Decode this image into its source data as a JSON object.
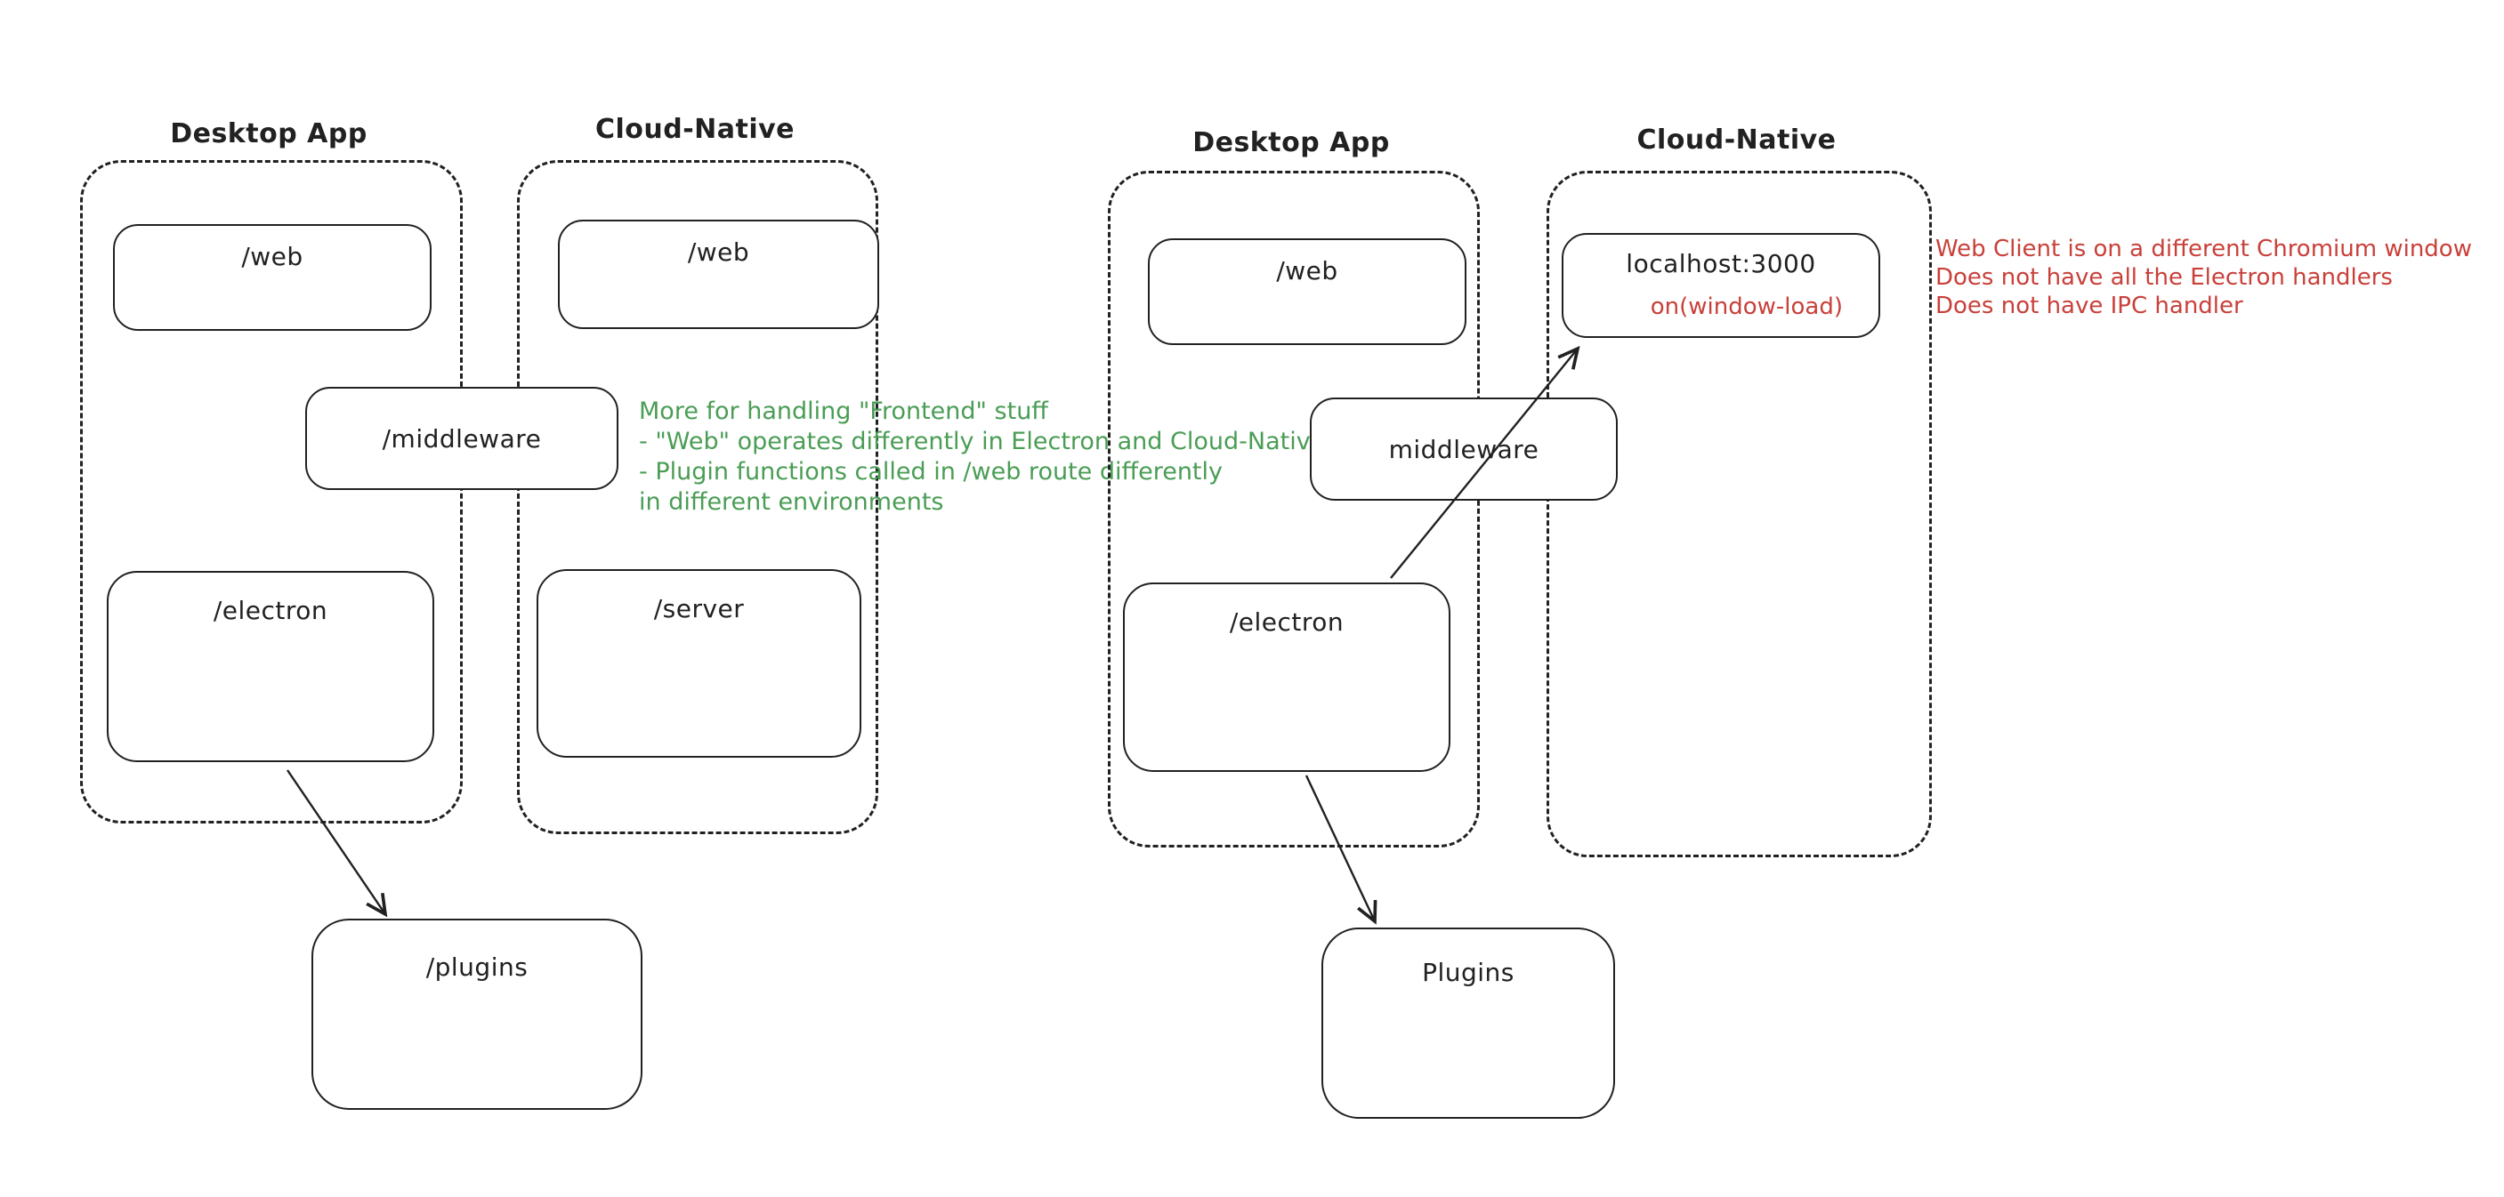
{
  "colors": {
    "ink": "#212121",
    "accent_red": "#c9403a",
    "accent_green": "#4a9d55",
    "background": "#ffffff"
  },
  "left_diagram": {
    "desktop_container_label": "Desktop App",
    "cloud_container_label": "Cloud-Native",
    "desktop_web_box": "/web",
    "cloud_web_box": "/web",
    "middleware_box": "/middleware",
    "electron_box": "/electron",
    "server_box": "/server",
    "plugins_box": "/plugins"
  },
  "right_diagram": {
    "desktop_container_label": "Desktop App",
    "cloud_container_label": "Cloud-Native",
    "desktop_web_box": "/web",
    "localhost_box_title": "localhost:3000",
    "localhost_box_subtitle": "on(window-load)",
    "middleware_box": "middleware",
    "electron_box": "/electron",
    "plugins_box": "Plugins"
  },
  "annotations": {
    "green_note_lines": [
      "More for handling \"Frontend\" stuff",
      "- \"Web\" operates differently in Electron and Cloud-Native",
      "- Plugin functions called in /web route differently",
      "in different environments"
    ],
    "red_note_lines": [
      "Web Client is on a different Chromium window",
      "Does not have all the Electron handlers",
      "Does not have IPC handler"
    ]
  }
}
